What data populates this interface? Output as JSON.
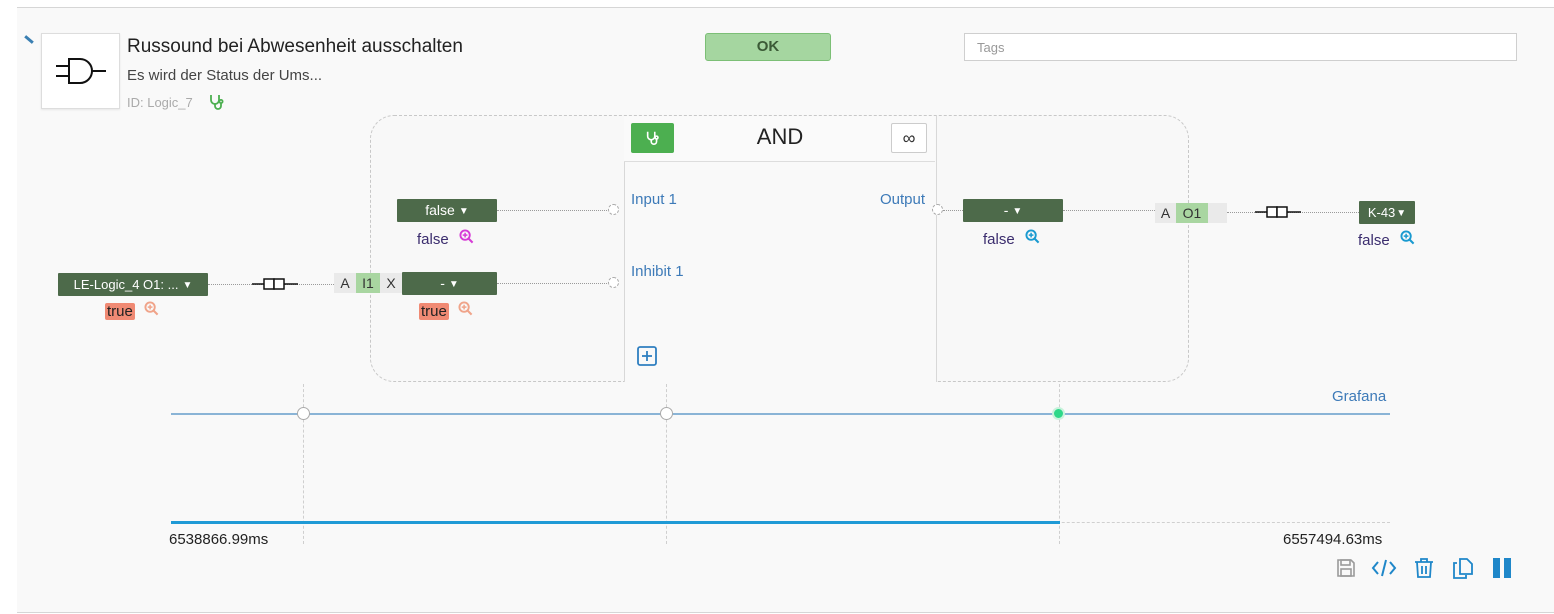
{
  "logic": {
    "title": "Russound bei Abwesenheit ausschalten",
    "description": "Es wird der Status der Ums...",
    "id_label": "ID: Logic_7",
    "status": "OK",
    "tags_placeholder": "Tags"
  },
  "block": {
    "name": "AND",
    "infinite_symbol": "∞",
    "inputs": [
      {
        "label": "Input 1",
        "selector": "false",
        "value": "false",
        "value_state": "false"
      },
      {
        "label": "Inhibit 1",
        "selector": "-",
        "value": "true",
        "value_state": "true"
      }
    ],
    "output": {
      "label": "Output",
      "selector": "-",
      "value": "false"
    }
  },
  "external_input": {
    "source": "LE-Logic_4 O1: ...",
    "value": "true",
    "mapping": [
      "A",
      "I1",
      "X"
    ]
  },
  "external_output": {
    "target": "K-43",
    "value": "false",
    "mapping": [
      "A",
      "O1"
    ]
  },
  "timeline": {
    "link_label": "Grafana",
    "start_label": "6538866.99ms",
    "end_label": "6557494.63ms",
    "progress_fraction": 0.729
  },
  "colors": {
    "accent_blue": "#3d7ab8",
    "status_ok": "#a5d6a0",
    "dropdown_green": "#4d6a4a",
    "true_highlight": "#f08a74",
    "active_dot": "#2ed889",
    "tool_blue": "#1f87c9"
  },
  "toolbar": {
    "icons": [
      "save-icon",
      "code-icon",
      "trash-icon",
      "copy-icon",
      "pause-icon"
    ]
  }
}
